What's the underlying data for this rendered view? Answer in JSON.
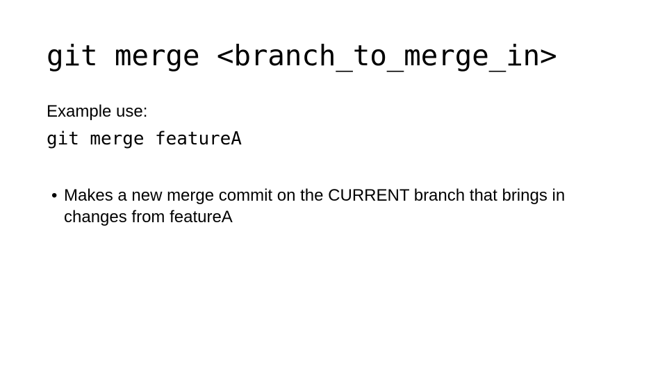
{
  "slide": {
    "background_color": "#ffffff",
    "text_color": "#000000",
    "title": "git merge <branch_to_merge_in>",
    "example": {
      "label": "Example use:",
      "command": "git merge featureA"
    },
    "bullets": [
      {
        "marker": "•",
        "text": "Makes a new merge commit on the CURRENT branch that brings in changes from featureA"
      }
    ]
  }
}
